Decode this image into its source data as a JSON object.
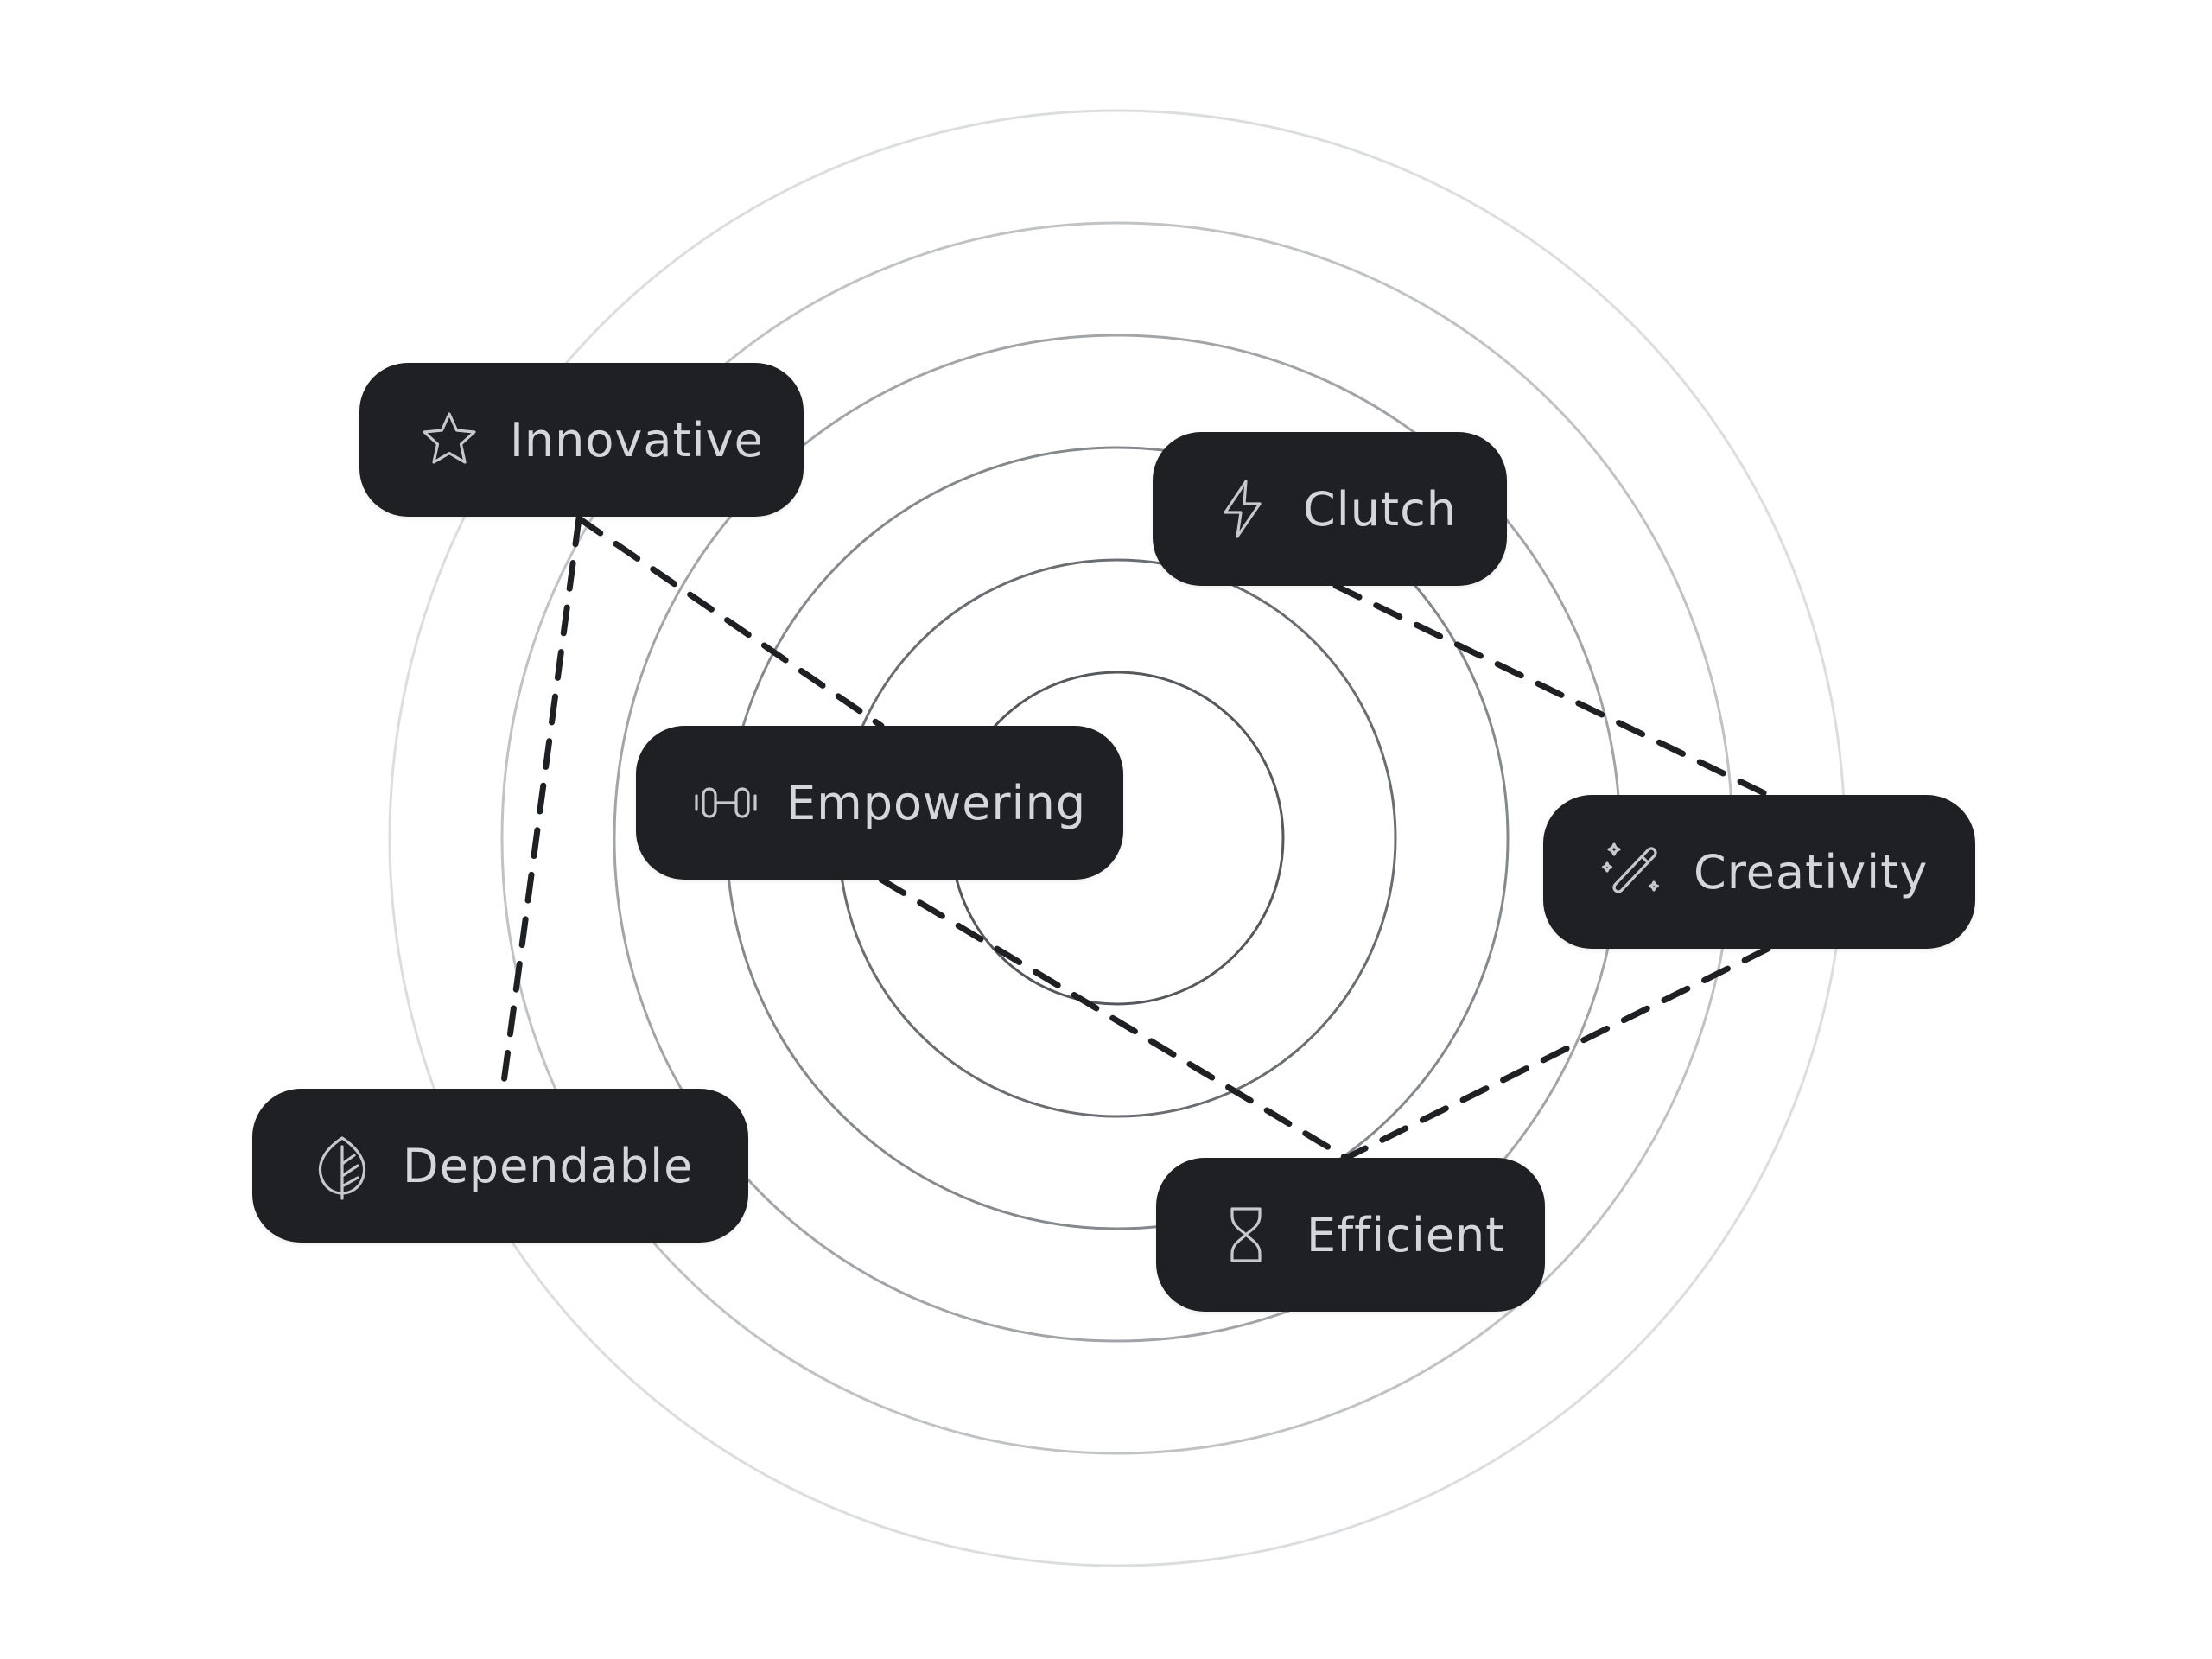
{
  "nodes": [
    {
      "key": "innovative",
      "label": "Innovative",
      "icon": "star-icon"
    },
    {
      "key": "clutch",
      "label": "Clutch",
      "icon": "lightning-bolt-icon"
    },
    {
      "key": "empowering",
      "label": "Empowering",
      "icon": "dumbbell-icon"
    },
    {
      "key": "creativity",
      "label": "Creativity",
      "icon": "magic-wand-icon"
    },
    {
      "key": "dependable",
      "label": "Dependable",
      "icon": "leaf-icon"
    },
    {
      "key": "efficient",
      "label": "Efficient",
      "icon": "hourglass-icon"
    }
  ],
  "connections": [
    {
      "from": "innovative",
      "to": "empowering"
    },
    {
      "from": "innovative",
      "to": "dependable"
    },
    {
      "from": "empowering",
      "to": "efficient"
    },
    {
      "from": "clutch",
      "to": "creativity"
    },
    {
      "from": "creativity",
      "to": "efficient"
    }
  ],
  "colors": {
    "pill_background": "#1e2023",
    "pill_text": "#d4d6d9",
    "connector": "#1e2023",
    "rings": [
      "#55585c",
      "#6a6d71",
      "#85888c",
      "#a2a4a7",
      "#c0c2c4",
      "#dcdddf"
    ]
  }
}
